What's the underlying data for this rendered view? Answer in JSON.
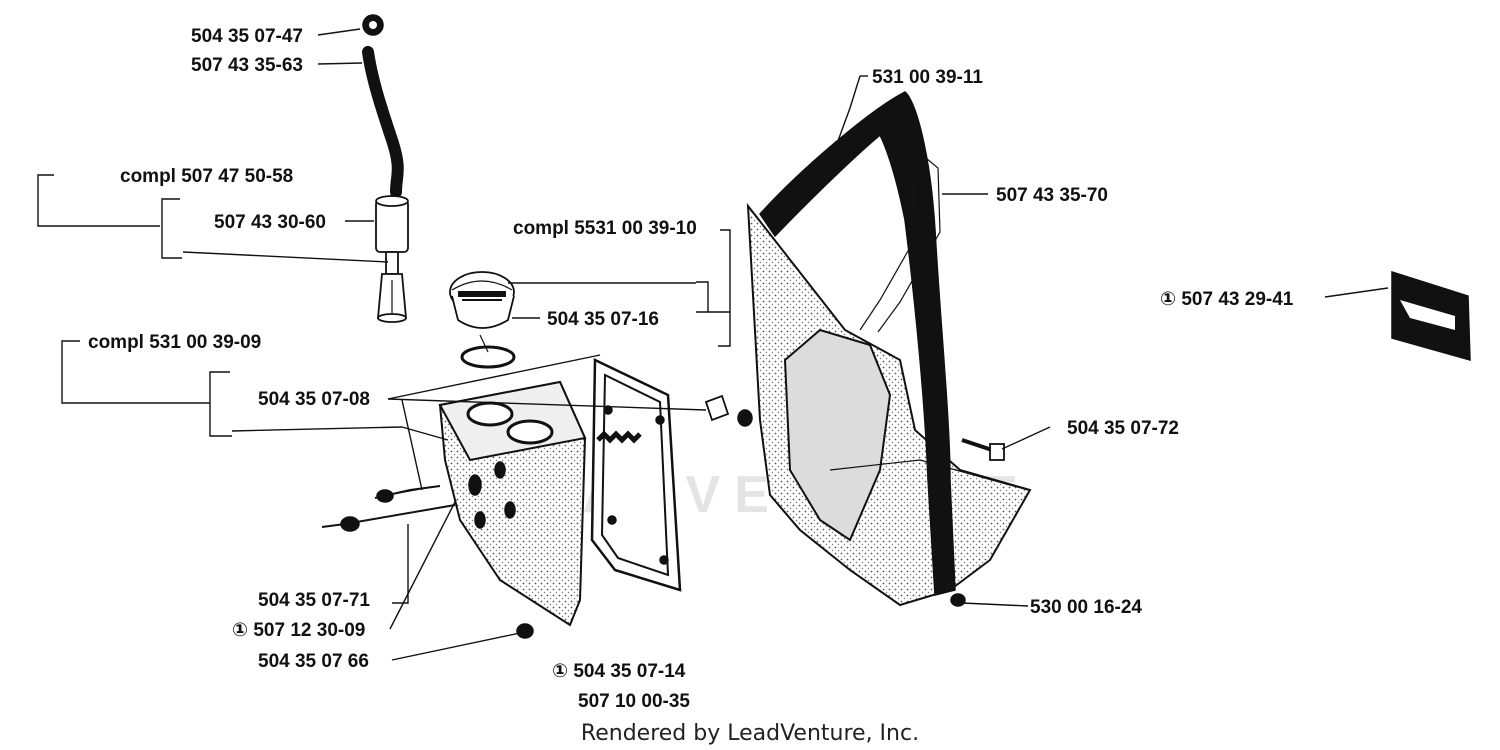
{
  "parts": {
    "p1": "504 35 07-47",
    "p2": "507 43 35-63",
    "p3": "compl 507 47 50-58",
    "p4": "507 43 30-60",
    "p5": "compl 5531 00 39-10",
    "p6": "504 35 07-16",
    "p7": "compl 531 00 39-09",
    "p8": "504 35 07-08",
    "p9": "531 00 39-11",
    "p10": "507 43 35-70",
    "p11": "① 507 43 29-41",
    "p12": "504 35 07-72",
    "p13": "504 35 07-71",
    "p14": "① 507 12 30-09",
    "p15": "504 35 07 66",
    "p16": "① 504 35 07-14",
    "p17": "507 10 00-35",
    "p18": "530 00 16-24"
  },
  "watermark": "LEADVENTURE",
  "footer": "Rendered by LeadVenture, Inc."
}
